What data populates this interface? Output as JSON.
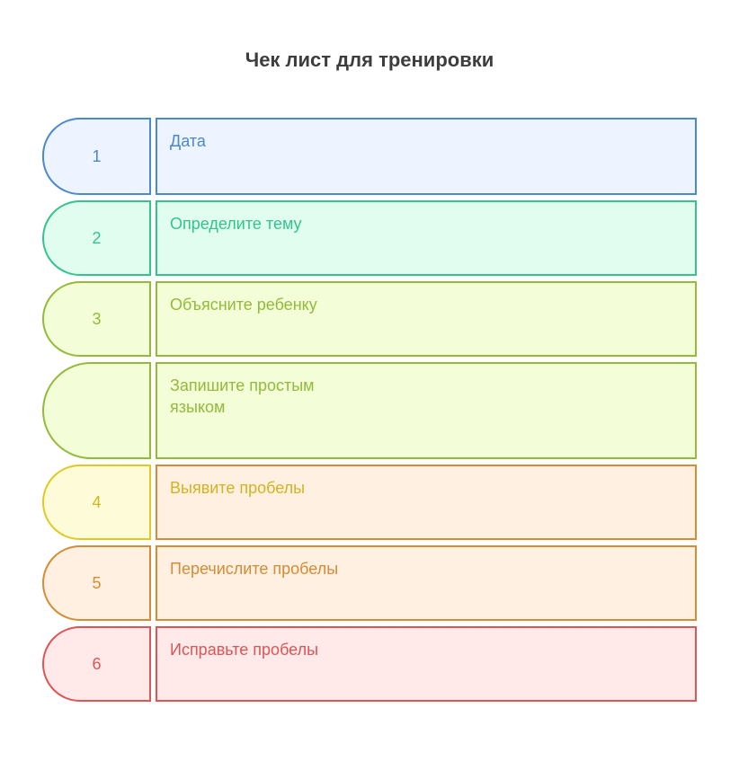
{
  "title": "Чек лист для тренировки",
  "steps": [
    {
      "number": "1",
      "label": "Дата",
      "stroke": "#4a88cf",
      "fill": "#edf4ff",
      "text": "#4a88cf"
    },
    {
      "number": "2",
      "label": "Определите тему",
      "stroke": "#34c48a",
      "fill": "#e0fdf0",
      "text": "#34c48a"
    },
    {
      "number": "3",
      "label": "Объясните ребенку",
      "stroke": "#93ba38",
      "fill": "#f3fed9",
      "text": "#93ba38"
    },
    {
      "number": "",
      "label": "Запишите простым языком",
      "stroke": "#93ba38",
      "fill": "#f3fed9",
      "text": "#93ba38"
    },
    {
      "number": "4",
      "label": "Выявите пробелы",
      "stroke": "#e2c821",
      "fill": "#fefbd9",
      "box_stroke": "#d58c34",
      "box_fill": "#fff0e2",
      "text": "#d2b41e"
    },
    {
      "number": "5",
      "label": "Перечислите пробелы",
      "stroke": "#d58c34",
      "fill": "#fff0e2",
      "text": "#d58c34"
    },
    {
      "number": "6",
      "label": "Исправьте пробелы",
      "stroke": "#dd5555",
      "fill": "#ffe9e9",
      "text": "#dd5555"
    }
  ]
}
